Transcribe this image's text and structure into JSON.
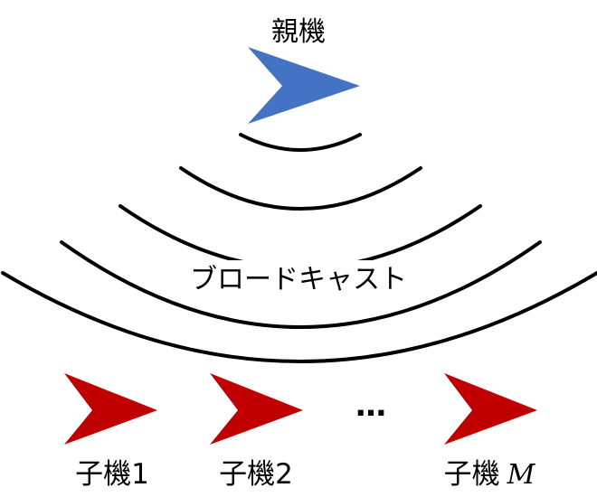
{
  "parent": {
    "label": "親機",
    "icon": "arrowhead-icon",
    "color": "#4472C4"
  },
  "broadcast": {
    "label": "ブロードキャスト",
    "icon": "broadcast-wave-icon",
    "wave_count": 5,
    "color": "#000000"
  },
  "children": [
    {
      "label_prefix": "子機",
      "label_suffix": "1",
      "icon": "arrowhead-icon"
    },
    {
      "label_prefix": "子機",
      "label_suffix": "2",
      "icon": "arrowhead-icon"
    },
    {
      "label_prefix": "子機",
      "label_suffix": "M",
      "icon": "arrowhead-icon"
    }
  ],
  "children_color": "#C00000",
  "ellipsis": "…"
}
